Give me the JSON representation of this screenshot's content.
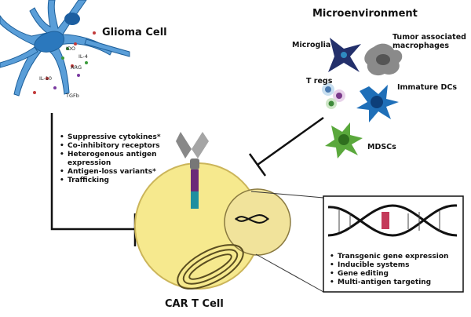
{
  "glioma": {
    "title": "Glioma Cell",
    "cytokines": [
      "IDO",
      "IL-4",
      "ARG",
      "IL-10",
      "TGFb"
    ]
  },
  "micro": {
    "title": "Microenvironment",
    "cells": {
      "microglia": "Microglia",
      "tams": "Tumor associated macrophages",
      "tregs": "T regs",
      "idcs": "Immature DCs",
      "mdscs": "MDSCs"
    }
  },
  "glioma_list": [
    "Suppressive cytokines*",
    "Co-inhibitory receptors",
    "Heterogenous antigen expression",
    "Antigen-loss variants*",
    "Trafficking"
  ],
  "car_list": [
    "Transgenic gene expression",
    "Inducible systems",
    "Gene editing",
    "Multi-antigen targeting"
  ],
  "car": {
    "title": "CAR T Cell"
  },
  "colors": {
    "glioma_cell": "#2e7fc4",
    "car_cell": "#f6e98e",
    "microglia": "#23306b",
    "macrophage": "#8a8a8a",
    "dc": "#1f6fb8",
    "mdsc": "#5aa83c",
    "receptor_purple": "#6c2a78",
    "receptor_teal": "#1f8fa0"
  }
}
